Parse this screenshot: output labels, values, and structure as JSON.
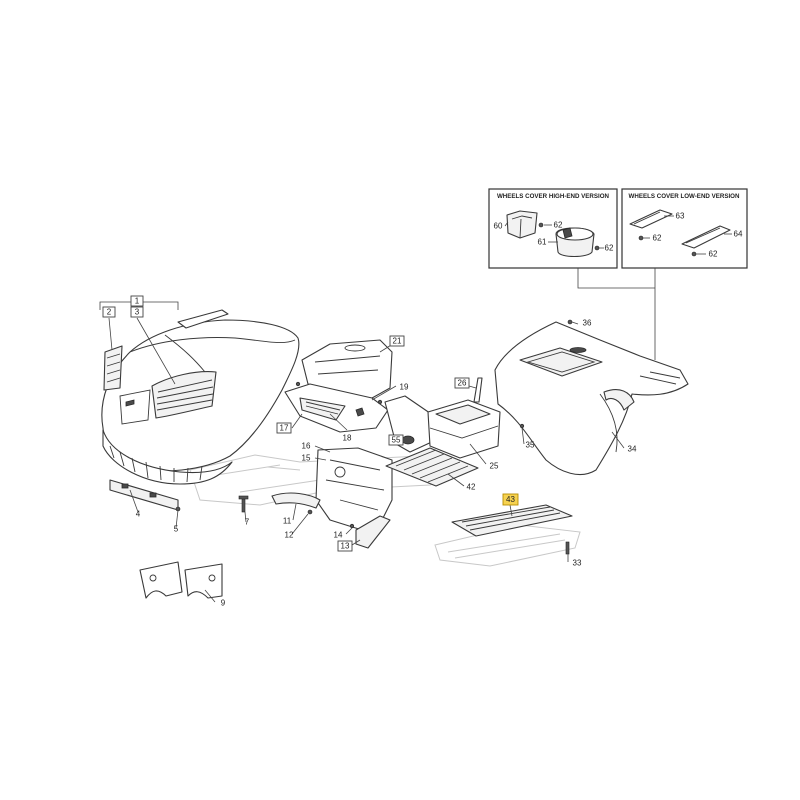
{
  "insets": {
    "high": {
      "title": "WHEELS COVER HIGH-END VERSION"
    },
    "low": {
      "title": "WHEELS COVER LOW-END VERSION"
    }
  },
  "callouts": {
    "c1": "1",
    "c2": "2",
    "c3": "3",
    "c4": "4",
    "c5": "5",
    "c7": "7",
    "c9": "9",
    "c11": "11",
    "c12": "12",
    "c13": "13",
    "c14": "14",
    "c15": "15",
    "c16": "16",
    "c17": "17",
    "c18": "18",
    "c19": "19",
    "c21": "21",
    "c25": "25",
    "c26": "26",
    "c33": "33",
    "c34": "34",
    "c35": "35",
    "c36": "36",
    "c42": "42",
    "c43": "43",
    "c55": "55",
    "c60": "60",
    "c61": "61",
    "c62a": "62",
    "c62b": "62",
    "c62c": "62",
    "c62d": "62",
    "c63": "63",
    "c64": "64"
  },
  "highlight_color": "#f6d250"
}
